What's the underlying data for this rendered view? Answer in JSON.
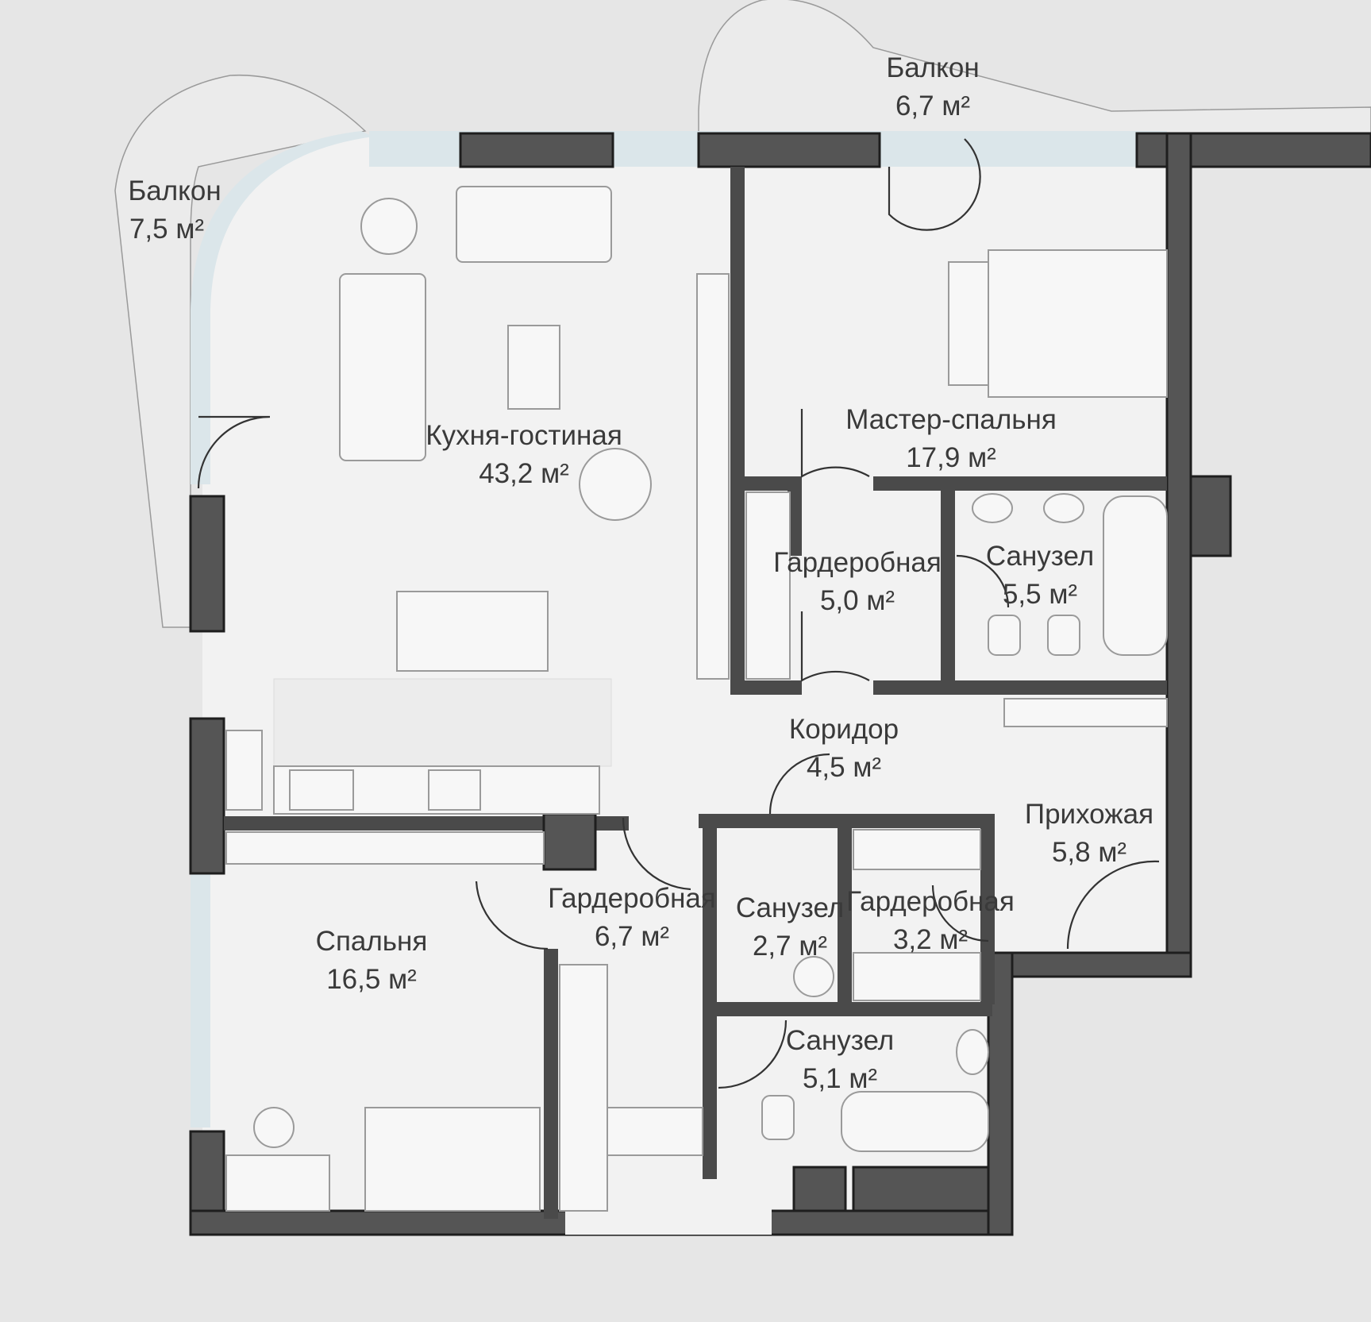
{
  "plan": {
    "rooms": [
      {
        "id": "balcony-west",
        "name": "Балкон",
        "area": "7,5 м²"
      },
      {
        "id": "balcony-north",
        "name": "Балкон",
        "area": "6,7 м²"
      },
      {
        "id": "kitchen-living",
        "name": "Кухня-гостиная",
        "area": "43,2 м²"
      },
      {
        "id": "master-bedroom",
        "name": "Мастер-спальня",
        "area": "17,9 м²"
      },
      {
        "id": "wardrobe-master",
        "name": "Гардеробная",
        "area": "5,0 м²"
      },
      {
        "id": "bathroom-master",
        "name": "Санузел",
        "area": "5,5 м²"
      },
      {
        "id": "corridor",
        "name": "Коридор",
        "area": "4,5 м²"
      },
      {
        "id": "hallway",
        "name": "Прихожая",
        "area": "5,8 м²"
      },
      {
        "id": "wardrobe-hall",
        "name": "Гардеробная",
        "area": "3,2 м²"
      },
      {
        "id": "bathroom-small",
        "name": "Санузел",
        "area": "2,7 м²"
      },
      {
        "id": "wardrobe-bedroom",
        "name": "Гардеробная",
        "area": "6,7 м²"
      },
      {
        "id": "bedroom",
        "name": "Спальня",
        "area": "16,5 м²"
      },
      {
        "id": "bathroom-bedroom",
        "name": "Санузел",
        "area": "5,1 м²"
      }
    ]
  },
  "colors": {
    "wall": "#555555",
    "floor": "#f2f2f2",
    "glass": "#dbe6ea",
    "background": "#e6e6e6"
  }
}
